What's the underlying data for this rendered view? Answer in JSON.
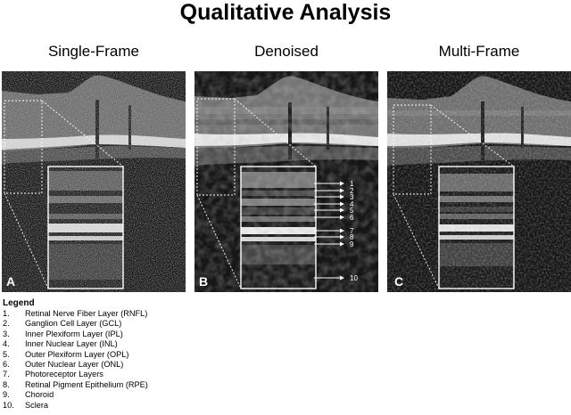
{
  "title": "Qualitative Analysis",
  "panels": [
    {
      "heading": "Single-Frame",
      "letter": "A"
    },
    {
      "heading": "Denoised",
      "letter": "B"
    },
    {
      "heading": "Multi-Frame",
      "letter": "C"
    }
  ],
  "arrow_labels": [
    "1",
    "2",
    "3",
    "4",
    "5",
    "6",
    "7",
    "8",
    "9",
    "10"
  ],
  "legend": {
    "title": "Legend",
    "items": [
      {
        "num": "1.",
        "label": "Retinal Nerve Fiber Layer (RNFL)"
      },
      {
        "num": "2.",
        "label": "Ganglion Cell Layer (GCL)"
      },
      {
        "num": "3.",
        "label": "Inner Plexiform Layer (IPL)"
      },
      {
        "num": "4.",
        "label": "Inner Nuclear Layer (INL)"
      },
      {
        "num": "5.",
        "label": "Outer Plexiform Layer (OPL)"
      },
      {
        "num": "6.",
        "label": "Outer Nuclear Layer (ONL)"
      },
      {
        "num": "7.",
        "label": "Photoreceptor Layers"
      },
      {
        "num": "8.",
        "label": "Retinal Pigment Epithelium (RPE)"
      },
      {
        "num": "9.",
        "label": "Choroid"
      },
      {
        "num": "10.",
        "label": "Sclera"
      }
    ]
  }
}
